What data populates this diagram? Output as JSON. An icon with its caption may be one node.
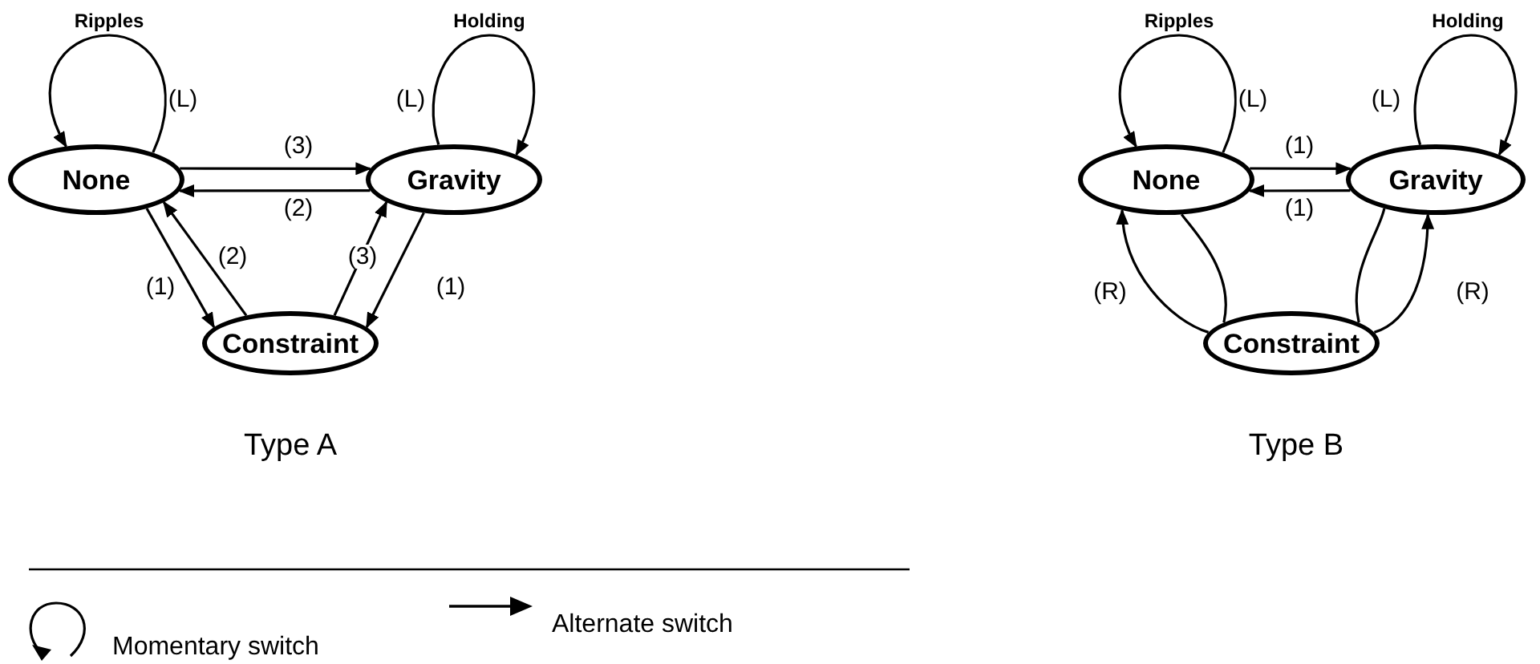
{
  "diagram": {
    "nodes": [
      {
        "text": [
          "None"
        ]
      },
      {
        "text": [
          "Gravity"
        ]
      },
      {
        "text": [
          "Constraint"
        ]
      },
      {
        "text": [
          "None"
        ]
      },
      {
        "text": [
          "Gravity"
        ]
      },
      {
        "text": [
          "Constraint"
        ]
      }
    ],
    "edges": [
      {
        "from": 0,
        "to": 0,
        "arrow": "to",
        "label": "(L)"
      },
      {
        "from": 1,
        "to": 1,
        "arrow": "to",
        "label": "(L)"
      },
      {
        "from": 0,
        "to": 1,
        "arrow": "to",
        "label": "(3)"
      },
      {
        "from": 1,
        "to": 0,
        "arrow": "to",
        "label": "(2)"
      },
      {
        "from": 0,
        "to": 2,
        "arrow": "to",
        "label": "(1)"
      },
      {
        "from": 2,
        "to": 0,
        "arrow": "to",
        "label": "(2)"
      },
      {
        "from": 2,
        "to": 1,
        "arrow": "to",
        "label": "(3)"
      },
      {
        "from": 1,
        "to": 2,
        "arrow": "to",
        "label": "(1)"
      },
      {
        "from": 3,
        "to": 3,
        "arrow": "to",
        "label": "(L)"
      },
      {
        "from": 4,
        "to": 4,
        "arrow": "to",
        "label": "(L)"
      },
      {
        "from": 3,
        "to": 4,
        "arrow": "to",
        "label": "(1)"
      },
      {
        "from": 4,
        "to": 3,
        "arrow": "to",
        "label": "(1)"
      },
      {
        "from": 5,
        "to": 3,
        "arrow": "to",
        "label": "(R)"
      },
      {
        "from": 5,
        "to": 4,
        "arrow": "to",
        "label": "(R)"
      }
    ],
    "labels": [
      "Ripples",
      "Holding",
      "Ripples",
      "Holding",
      "Type A",
      "Type B"
    ],
    "legend": [
      {
        "text": "Momentary switch"
      },
      {
        "text": "Alternate switch"
      }
    ]
  }
}
